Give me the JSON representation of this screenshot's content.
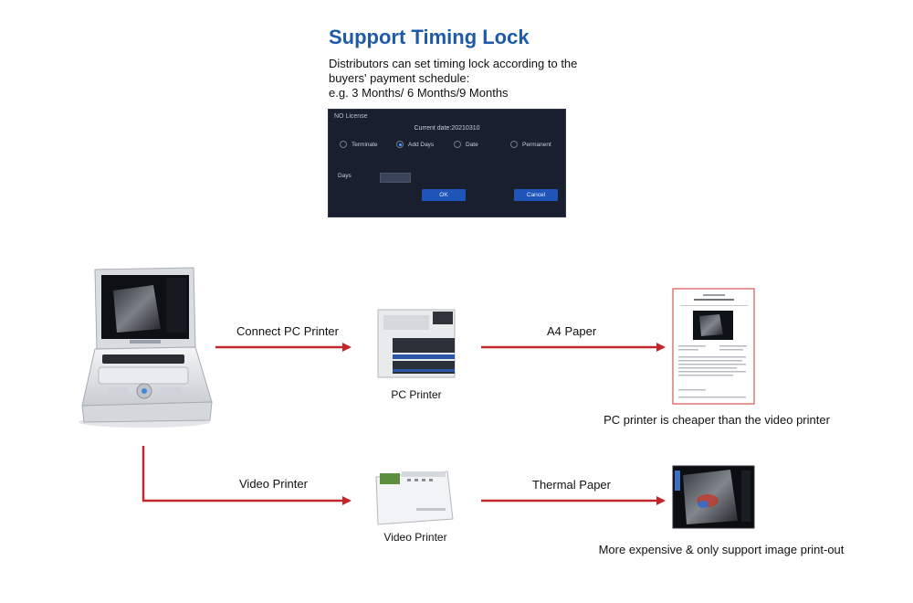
{
  "title": "Support Timing Lock",
  "description": [
    "Distributors can set timing lock according to the",
    "buyers' payment schedule:",
    "e.g. 3 Months/ 6 Months/9 Months"
  ],
  "dialog": {
    "header": "NO License",
    "current_date": "Current date:20210310",
    "options": [
      "Terminate",
      "Add Days",
      "Date",
      "Permanent"
    ],
    "selected_option": "Add Days",
    "days_label": "Days",
    "days_value": "",
    "ok_label": "OK",
    "cancel_label": "Cancel"
  },
  "flow": {
    "top": {
      "arrow1_label": "Connect PC Printer",
      "device_label": "PC Printer",
      "arrow2_label": "A4 Paper",
      "result_caption": "PC printer is cheaper than the video printer"
    },
    "bottom": {
      "arrow1_label": "Video Printer",
      "device_label": "Video Printer",
      "arrow2_label": "Thermal Paper",
      "result_caption": "More expensive & only support image print-out"
    }
  },
  "colors": {
    "title": "#1d5aa8",
    "arrow": "#c0282f",
    "dialog_bg": "#1a1f30",
    "button": "#1f55b8"
  },
  "icons": [
    "ultrasound-machine-icon",
    "pc-printer-icon",
    "video-printer-icon",
    "a4-report-icon",
    "thermal-print-icon"
  ]
}
